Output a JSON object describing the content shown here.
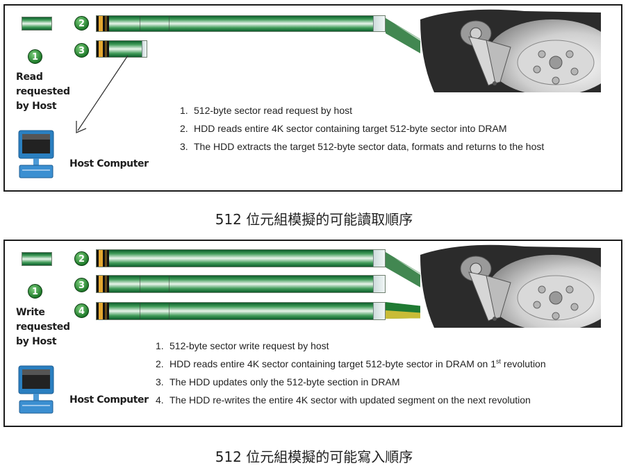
{
  "read_panel": {
    "side_label_lines": [
      "Read",
      "requested",
      "by Host"
    ],
    "host_label": "Host Computer",
    "badges": [
      "1",
      "2",
      "3"
    ],
    "steps": [
      {
        "num": "1.",
        "text": "512-byte sector read request by host"
      },
      {
        "num": "2.",
        "text": "HDD reads entire 4K sector containing target 512-byte sector into DRAM"
      },
      {
        "num": "3.",
        "text": "The HDD extracts the target 512-byte sector data, formats and returns to the host"
      }
    ]
  },
  "read_caption": "512 位元組模擬的可能讀取順序",
  "write_panel": {
    "side_label_lines": [
      "Write",
      "requested",
      "by Host"
    ],
    "host_label": "Host Computer",
    "badges": [
      "1",
      "2",
      "3",
      "4"
    ],
    "steps": [
      {
        "num": "1.",
        "text": "512-byte sector write request by host"
      },
      {
        "num": "2.",
        "text_before": "HDD reads entire 4K sector containing target 512-byte sector in DRAM on 1",
        "sup": "st",
        "text_after": " revolution"
      },
      {
        "num": "3.",
        "text": "The HDD updates only the 512-byte section in DRAM"
      },
      {
        "num": "4.",
        "text": "The HDD re-writes the entire 4K sector with updated segment on the next revolution"
      }
    ]
  },
  "write_caption": "512 位元組模擬的可能寫入順序",
  "colors": {
    "bar_green": "#2e8b48",
    "badge_green": "#1f7a2a",
    "monitor_blue": "#2a7fc0"
  },
  "icons": [
    "computer-icon",
    "hard-drive-image",
    "arrow-icon"
  ]
}
